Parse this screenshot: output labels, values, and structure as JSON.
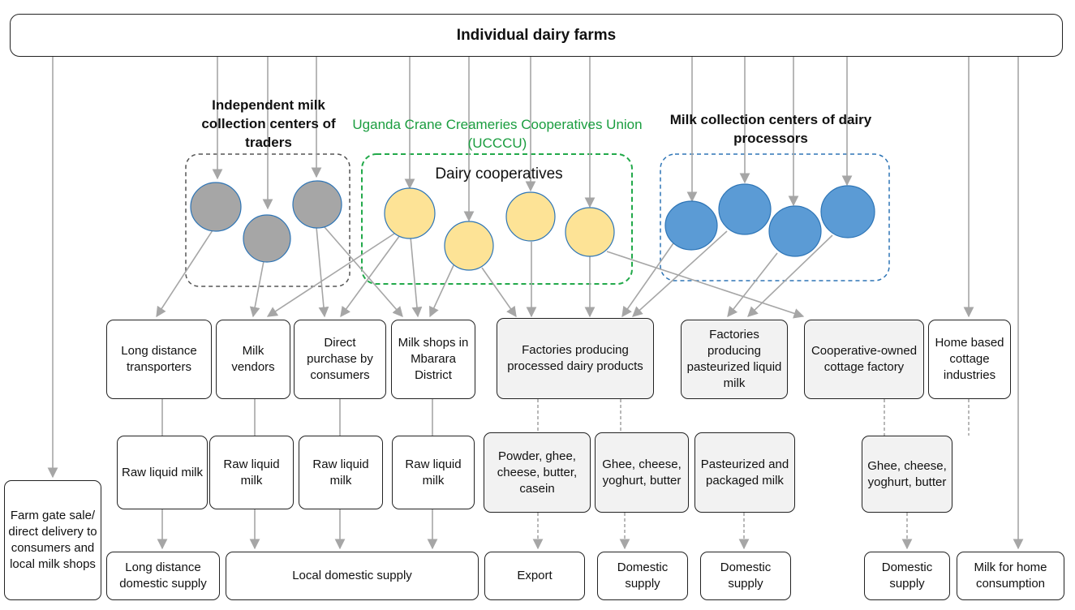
{
  "top": {
    "label": "Individual dairy farms"
  },
  "groups": {
    "traders": "Independent milk collection centers of traders",
    "ucccu": "Uganda Crane Creameries Cooperatives Union (UCCCU)",
    "cooperatives": "Dairy cooperatives",
    "processors": "Milk collection centers of dairy processors"
  },
  "channels": {
    "long_distance": "Long distance transporters",
    "vendors": "Milk vendors",
    "direct": "Direct purchase by consumers",
    "shops": "Milk shops in Mbarara District",
    "factories_processed": "Factories producing processed dairy products",
    "factories_pasteurized": "Factories producing pasteurized liquid milk",
    "cottage_factory": "Cooperative-owned cottage factory",
    "home_based": "Home based cottage industries"
  },
  "products": {
    "raw1": "Raw liquid milk",
    "raw2": "Raw liquid milk",
    "raw3": "Raw liquid milk",
    "raw4": "Raw liquid milk",
    "powder": "Powder, ghee, cheese, butter, casein",
    "ghee1": "Ghee, cheese, yoghurt, butter",
    "pasteurized": "Pasteurized and packaged milk",
    "ghee2": "Ghee, cheese, yoghurt, butter"
  },
  "outlets": {
    "farm_gate": "Farm gate sale/ direct delivery to consumers and local milk shops",
    "long_supply": "Long distance domestic supply",
    "local_supply": "Local domestic supply",
    "export": "Export",
    "domestic1": "Domestic supply",
    "domestic2": "Domestic supply",
    "domestic3": "Domestic supply",
    "home_consumption": "Milk for home consumption"
  },
  "colors": {
    "trader_circle": "#a6a6a6",
    "coop_circle": "#fde396",
    "processor_circle": "#5b9bd5",
    "trader_border": "#555555",
    "coop_border": "#22a94a",
    "processor_border": "#2e75b6",
    "arrow": "#a6a6a6"
  }
}
